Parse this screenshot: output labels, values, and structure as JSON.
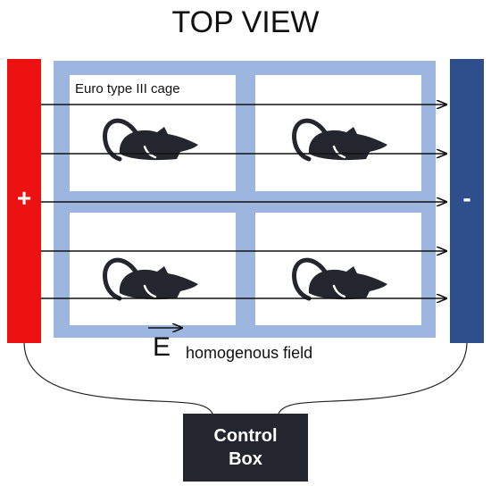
{
  "title": "TOP VIEW",
  "cage_label": "Euro type III cage",
  "anode_sign": "+",
  "cathode_sign": "-",
  "field_symbol": "E",
  "field_label": "homogenous field",
  "control_box": {
    "line1": "Control",
    "line2": "Box"
  },
  "colors": {
    "anode": "#ee1111",
    "cathode": "#2e4f8c",
    "frame": "#9db6e0",
    "mouse": "#23262e",
    "control_box": "#23262e"
  }
}
